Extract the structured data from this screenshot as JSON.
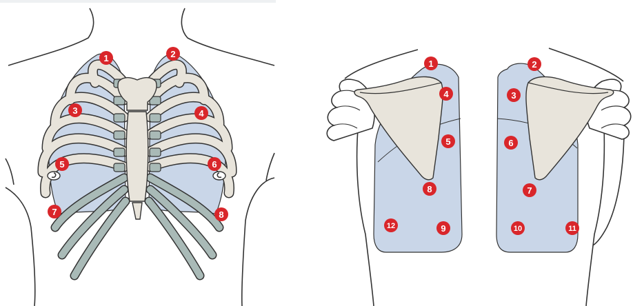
{
  "colors": {
    "lung": "#c9d6e8",
    "bone": "#e8e4db",
    "cartilage": "#a9bab7",
    "outline": "#333333",
    "marker_fill": "#d9262a",
    "marker_text": "#ffffff",
    "nipple": "#ffffff"
  },
  "front_view": {
    "markers": [
      "1",
      "2",
      "3",
      "4",
      "5",
      "6",
      "7",
      "8"
    ]
  },
  "back_view": {
    "markers": [
      "1",
      "2",
      "3",
      "4",
      "5",
      "6",
      "7",
      "8",
      "9",
      "10",
      "11",
      "12"
    ]
  }
}
